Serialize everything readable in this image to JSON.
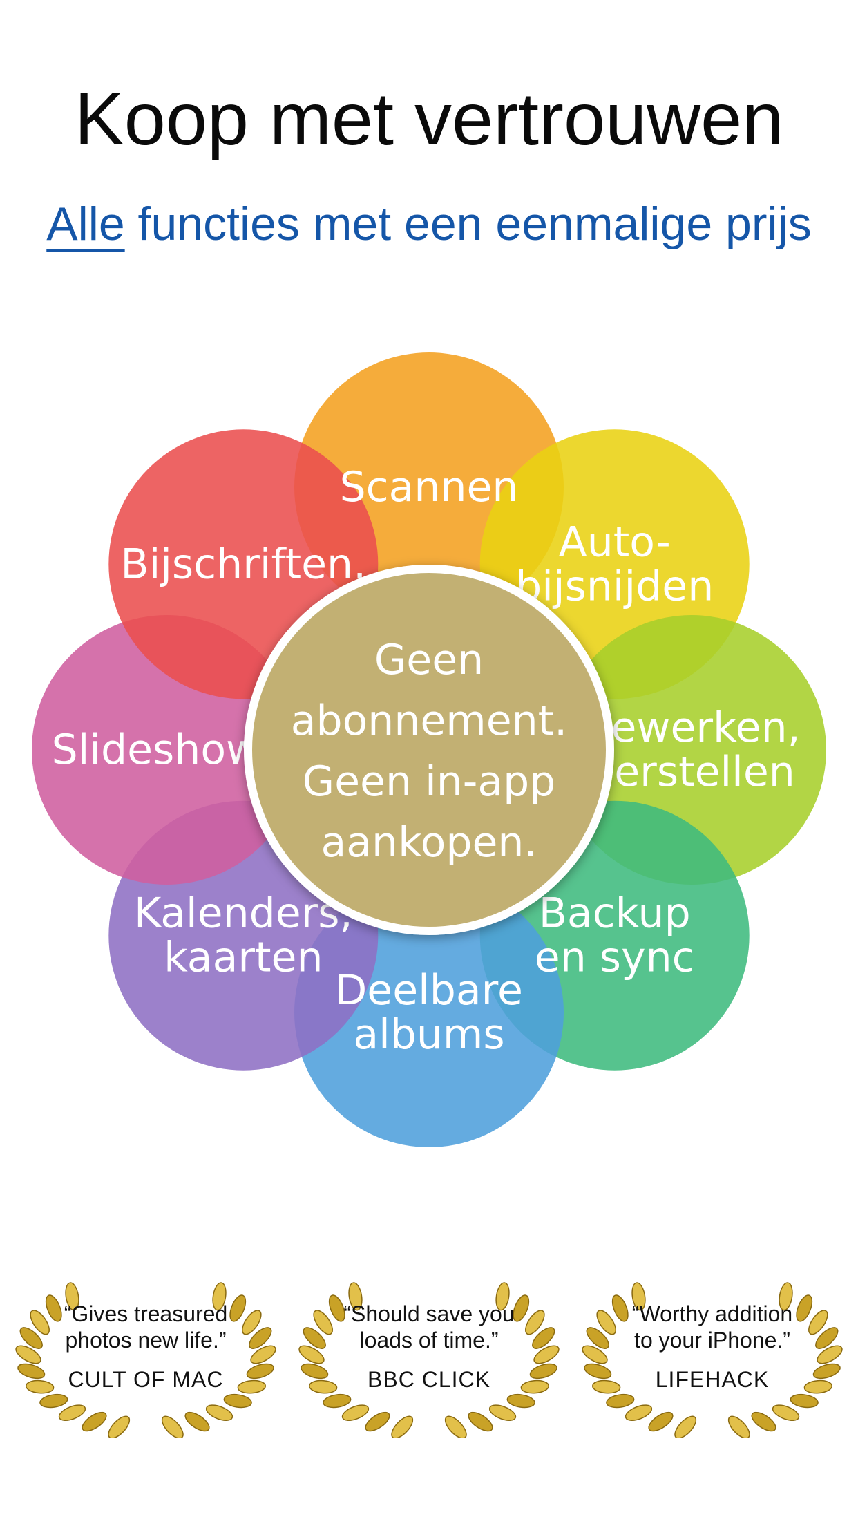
{
  "header": {
    "title": "Koop met vertrouwen",
    "subtitle_lead": "Alle",
    "subtitle_rest": " functies met een eenmalige prijs"
  },
  "flower": {
    "center_lines": [
      "Geen",
      "abonnement.",
      "Geen in-app",
      "aankopen."
    ],
    "center_color": "#c2b073",
    "petals": [
      {
        "name": "scannen",
        "lines": [
          "Scannen"
        ],
        "color": "#f4a020"
      },
      {
        "name": "auto-bijsnijden",
        "lines": [
          "Auto-",
          "bijsnijden"
        ],
        "color": "#e9d112"
      },
      {
        "name": "bewerken-herstellen",
        "lines": [
          "Bewerken,",
          "herstellen"
        ],
        "color": "#a7cf2b"
      },
      {
        "name": "backup-sync",
        "lines": [
          "Backup",
          "en sync"
        ],
        "color": "#3fbb7e"
      },
      {
        "name": "deelbare-albums",
        "lines": [
          "Deelbare",
          "albums"
        ],
        "color": "#4f9fdc"
      },
      {
        "name": "kalenders-kaarten",
        "lines": [
          "Kalenders,",
          "kaarten"
        ],
        "color": "#8e70c4"
      },
      {
        "name": "slideshows",
        "lines": [
          "Slideshows"
        ],
        "color": "#cf5e9f"
      },
      {
        "name": "bijschriften",
        "lines": [
          "Bijschriften."
        ],
        "color": "#ea4e4e"
      }
    ]
  },
  "awards": [
    {
      "quote_1": "“Gives treasured",
      "quote_2": "photos new life.”",
      "source": "CULT OF MAC"
    },
    {
      "quote_1": "“Should save you",
      "quote_2": "loads of time.”",
      "source": "BBC CLICK"
    },
    {
      "quote_1": "“Worthy addition",
      "quote_2": "to your iPhone.”",
      "source": "LIFEHACK"
    }
  ]
}
